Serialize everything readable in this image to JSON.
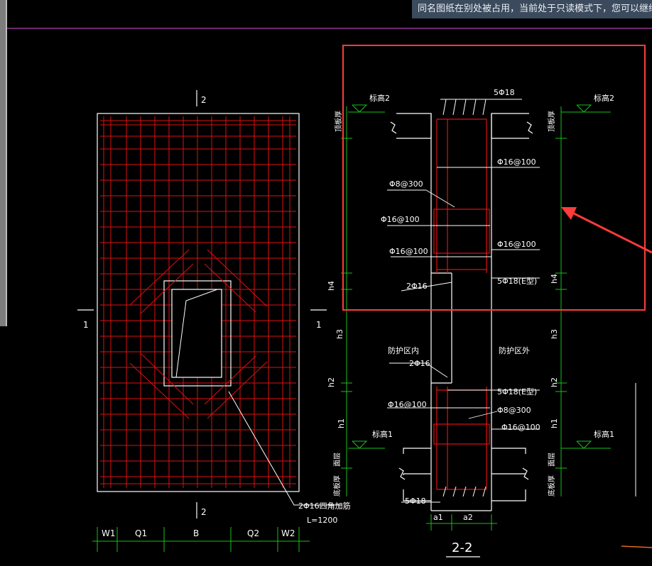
{
  "notice": {
    "text": "同名图纸在别处被占用，当前处于只读模式下，您可以继续"
  },
  "plan": {
    "section_mark_top": "2",
    "section_mark_bottom": "2",
    "section_mark_left": "1",
    "section_mark_right": "1",
    "corner_bar_label": "2Φ16四角加筋",
    "corner_bar_length": "L=1200",
    "dims": {
      "w1": "W1",
      "o1": "Q1",
      "b": "B",
      "o2": "Q2",
      "w2": "W2"
    }
  },
  "section": {
    "title": "2-2",
    "top_rebar": "5Φ18",
    "bottom_rebar": "5Φ18",
    "elev_top_left": "标高2",
    "elev_top_right": "标高2",
    "elev_bottom_left": "标高1",
    "elev_bottom_right": "标高1",
    "plate_top_left": "顶板厚",
    "plate_top_right": "顶板厚",
    "plate_bot_left": "底板厚",
    "plate_bot_right": "底板厚",
    "plate_mid_left": "面层",
    "plate_mid_right": "面层",
    "bar_right_1": "Φ16@100",
    "bar_left_1": "Φ8@300",
    "bar_left_2": "Φ16@100",
    "bar_left_3": "Φ16@100",
    "bar_right_2": "Φ16@100",
    "bar_right_3": "5Φ18(E型)",
    "bar_left_4": "2Φ16",
    "protect_in": "防护区内",
    "protect_out": "防护区外",
    "bar_left_5": "2Φ16",
    "bar_right_4": "5Φ18(E型)",
    "bar_left_6": "Φ16@100",
    "bar_right_5": "Φ8@300",
    "bar_right_6": "Φ16@100",
    "h1": "h1",
    "h2": "h2",
    "h3": "h3",
    "h4": "h4",
    "a1": "a1",
    "a2": "a2"
  },
  "colors": {
    "rebar": "#e01010",
    "outline": "#ffffff",
    "dim": "#19c019",
    "highlight": "#ff3b3b",
    "notice_bg": "#3b4a5c",
    "magenta": "#b43cb4"
  }
}
